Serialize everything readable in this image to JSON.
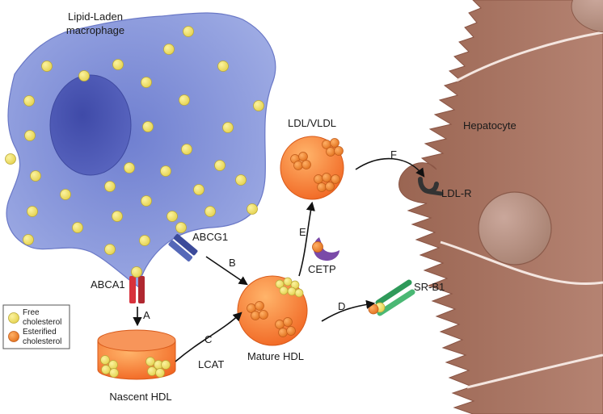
{
  "labels": {
    "macrophage_line1": "Lipid-Laden",
    "macrophage_line2": "macrophage",
    "hepatocyte": "Hepatocyte",
    "ldl_vldl": "LDL/VLDL",
    "abcg1": "ABCG1",
    "abca1": "ABCA1",
    "cetp": "CETP",
    "ldl_r": "LDL-R",
    "sr_b1": "SR-B1",
    "mature_hdl": "Mature HDL",
    "nascent_hdl": "Nascent HDL",
    "lcat": "LCAT"
  },
  "steps": {
    "a": "A",
    "b": "B",
    "c": "C",
    "d": "D",
    "e": "E",
    "f": "F"
  },
  "legend": {
    "free_line1": "Free",
    "free_line2": "cholesterol",
    "ester_line1": "Esterified",
    "ester_line2": "cholesterol"
  },
  "colors": {
    "free_cholesterol": "#f0e26a",
    "esterified_cholesterol": "#f08a35",
    "macrophage": "#7f8fd6",
    "hepatocyte": "#a5705f",
    "abca1": "#d8323c",
    "abcg1": "#3b4a9a",
    "sr_b1": "#2f9a5a",
    "cetp": "#7a4aa8",
    "ldl_r": "#333333"
  }
}
